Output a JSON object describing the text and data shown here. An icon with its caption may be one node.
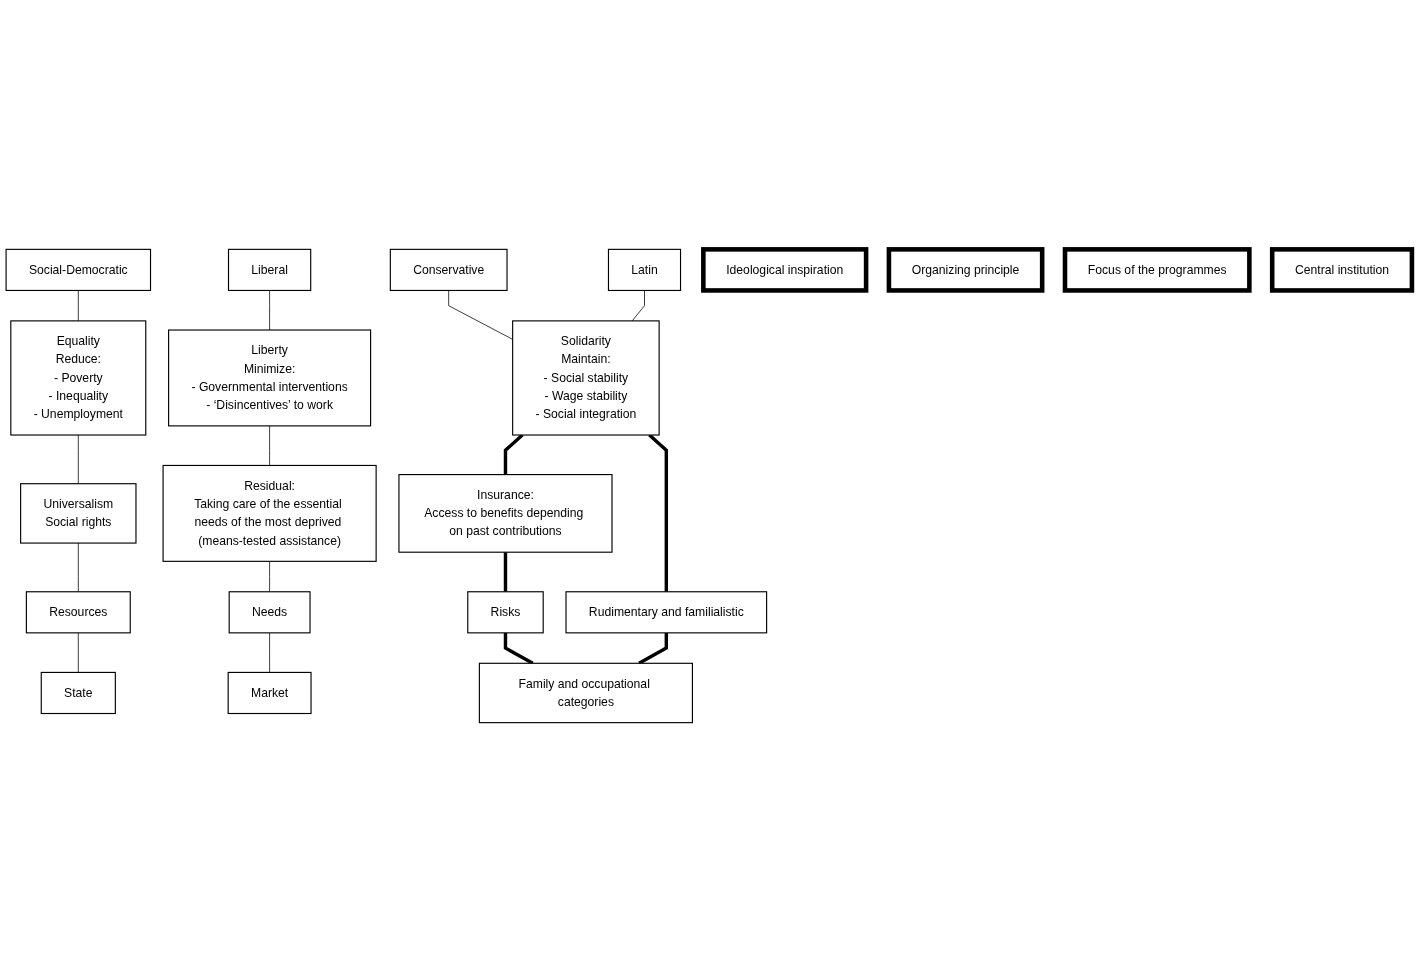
{
  "diagram": {
    "nodes": [
      {
        "text": [
          "Social-Democratic"
        ]
      },
      {
        "text": [
          "Liberal"
        ]
      },
      {
        "text": [
          "Conservative"
        ]
      },
      {
        "text": [
          "Latin"
        ]
      },
      {
        "text": [
          "Ideological inspiration"
        ]
      },
      {
        "text": [
          "Equality",
          "Reduce:",
          "- Poverty",
          "- Inequality",
          "- Unemployment"
        ]
      },
      {
        "text": [
          "Liberty",
          "Minimize:",
          "- Governmental interventions",
          "- ‘Disincentives’ to work"
        ]
      },
      {
        "text": [
          "Solidarity",
          "Maintain:",
          "- Social stability",
          "- Wage stability",
          "- Social integration"
        ]
      },
      {
        "text": [
          "Organizing principle"
        ]
      },
      {
        "text": [
          "Universalism",
          "Social rights"
        ]
      },
      {
        "text": [
          "Residual:",
          "Taking care of the essential needs of the most deprived (means-tested assistance)"
        ]
      },
      {
        "text": [
          "Insurance:",
          "Access to benefits depending on past contributions"
        ]
      },
      {
        "text": [
          "Rudimentary and familialistic"
        ]
      },
      {
        "text": [
          "Focus of the programmes"
        ]
      },
      {
        "text": [
          "Resources"
        ]
      },
      {
        "text": [
          "Needs"
        ]
      },
      {
        "text": [
          "Risks"
        ]
      },
      {
        "text": [
          "Central institution"
        ]
      },
      {
        "text": [
          "State"
        ]
      },
      {
        "text": [
          "Market"
        ]
      },
      {
        "text": [
          "Family and occupational categories"
        ]
      }
    ],
    "edges": [
      {
        "from": 0,
        "to": 5,
        "arrow": "none"
      },
      {
        "from": 1,
        "to": 6,
        "arrow": "none"
      },
      {
        "from": 2,
        "to": 7,
        "arrow": "none"
      },
      {
        "from": 3,
        "to": 7,
        "arrow": "none"
      },
      {
        "from": 5,
        "to": 9,
        "arrow": "none"
      },
      {
        "from": 6,
        "to": 10,
        "arrow": "none"
      },
      {
        "from": 7,
        "to": 11,
        "arrow": "none",
        "style": "thick"
      },
      {
        "from": 7,
        "to": 12,
        "arrow": "none",
        "style": "thick"
      },
      {
        "from": 9,
        "to": 14,
        "arrow": "none"
      },
      {
        "from": 10,
        "to": 15,
        "arrow": "none"
      },
      {
        "from": 11,
        "to": 16,
        "arrow": "none",
        "style": "thick"
      },
      {
        "from": 14,
        "to": 18,
        "arrow": "none"
      },
      {
        "from": 15,
        "to": 19,
        "arrow": "none"
      },
      {
        "from": 16,
        "to": 20,
        "arrow": "none",
        "style": "thick"
      },
      {
        "from": 12,
        "to": 20,
        "arrow": "none",
        "style": "thick"
      }
    ]
  }
}
